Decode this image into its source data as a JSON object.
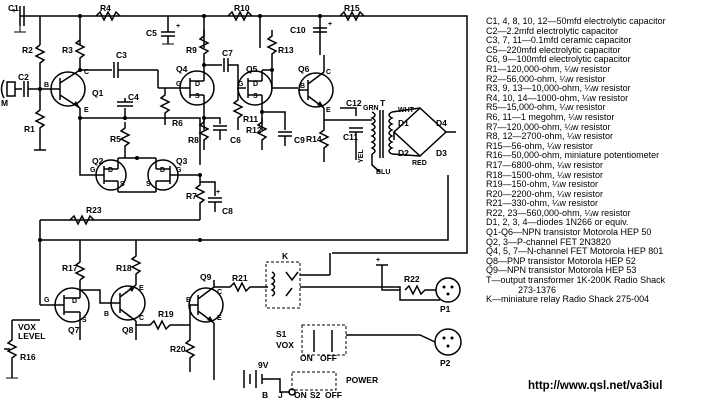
{
  "labels": {
    "C1": "C1",
    "C2": "C2",
    "C3": "C3",
    "C4": "C4",
    "C5": "C5",
    "C6": "C6",
    "C7": "C7",
    "C8": "C8",
    "C9": "C9",
    "C10": "C10",
    "C11": "C11",
    "C12": "C12",
    "R1": "R1",
    "R2": "R2",
    "R3": "R3",
    "R4": "R4",
    "R5": "R5",
    "R6": "R6",
    "R7": "R7",
    "R8": "R8",
    "R9": "R9",
    "R10": "R10",
    "R11": "R11",
    "R12": "R12",
    "R13": "R13",
    "R14": "R14",
    "R15": "R15",
    "R16": "R16",
    "R17": "R17",
    "R18": "R18",
    "R19": "R19",
    "R20": "R20",
    "R21": "R21",
    "R22": "R22",
    "R23": "R23",
    "Q1": "Q1",
    "Q2": "Q2",
    "Q3": "Q3",
    "Q4": "Q4",
    "Q5": "Q5",
    "Q6": "Q6",
    "Q7": "Q7",
    "Q8": "Q8",
    "Q9": "Q9",
    "D1": "D1",
    "D2": "D2",
    "D3": "D3",
    "D4": "D4",
    "T": "T",
    "K": "K",
    "M": "M",
    "P1": "P1",
    "P2": "P2",
    "S1": "S1",
    "S2": "S2",
    "VOX": "VOX",
    "ON": "ON",
    "OFF": "OFF",
    "POWER": "POWER",
    "VOX_LEVEL_1": "VOX",
    "VOX_LEVEL_2": "LEVEL",
    "GRN": "GRN",
    "YEL": "YEL",
    "BLU": "BLU",
    "WHT": "WHT",
    "RED": "RED",
    "BAT": "9V",
    "B": "B",
    "J": "J",
    "pin_B": "B",
    "pin_C": "C",
    "pin_E": "E",
    "pin_G": "G",
    "pin_D": "D",
    "pin_S": "S",
    "pin_plus": "+"
  },
  "legend": [
    "C1, 4, 8, 10, 12—50mfd electrolytic capacitor",
    "C2—2.2mfd electrolytic capacitor",
    "C3, 7, 11—0.1mfd ceramic capacitor",
    "C5—220mfd electrolytic capacitor",
    "C6, 9—100mfd electrolytic capacitor",
    "R1—120,000-ohm, ¼w resistor",
    "R2—56,000-ohm, ¼w resistor",
    "R3, 9, 13—10,000-ohm, ¼w resistor",
    "R4, 10, 14—1000-ohm, ¼w resistor",
    "R5—15,000-ohm, ¼w resistor",
    "R6, 11—1 megohm, ¼w resistor",
    "R7—120,000-ohm, ¼w resistor",
    "R8, 12—2700-ohm, ¼w resistor",
    "R15—56-ohm, ¼w resistor",
    "R16—50,000-ohm, miniature potentiometer",
    "R17—6800-ohm, ¼w resistor",
    "R18—1500-ohm, ¼w resistor",
    "R19—150-ohm, ¼w resistor",
    "R20—2200-ohm, ¼w resistor",
    "R21—330-ohm, ¼w resistor",
    "R22, 23—560,000-ohm, ¼w resistor",
    "D1, 2, 3, 4—diodes 1N266 or equiv.",
    "Q1-Q6—NPN transistor Motorola HEP 50",
    "Q2, 3—P-channel FET 2N3820",
    "Q4, 5, 7—N-channel FET Motorola HEP 801",
    "Q8—PNP transistor Motorola HEP 52",
    "Q9—NPN transistor Motorola HEP 53",
    "T—output transformer 1K-200K Radio Shack",
    "273-1376",
    "K—miniature relay Radio Shack 275-004"
  ],
  "footer_url": "http://www.qsl.net/va3iul"
}
